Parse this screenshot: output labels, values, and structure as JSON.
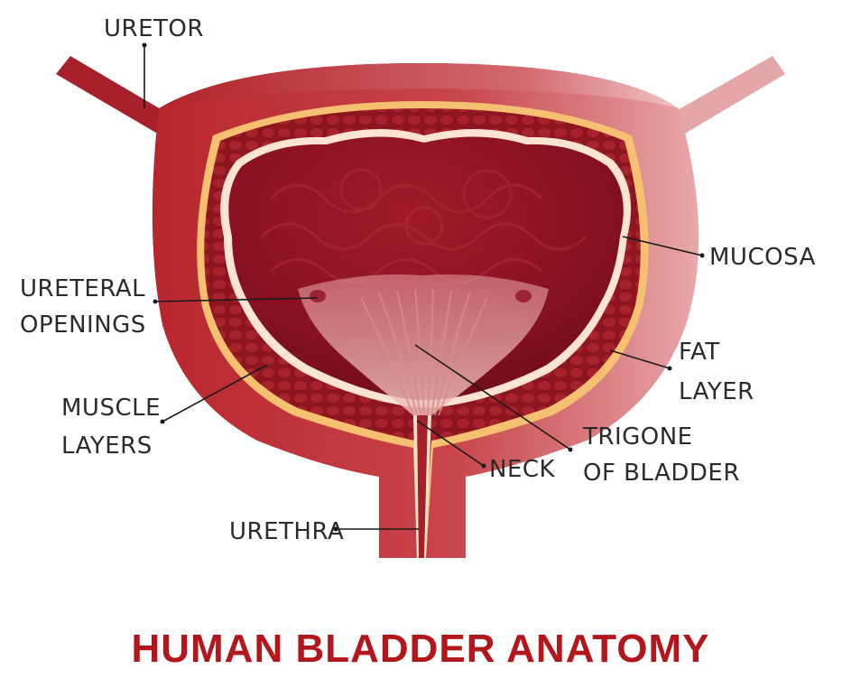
{
  "diagram": {
    "title": "HUMAN BLADDER ANATOMY",
    "labels": {
      "uretor": "URETOR",
      "mucosa": "MUCOSA",
      "ureteral_1": "URETERAL",
      "ureteral_2": "OPENINGS",
      "fat_1": "FAT",
      "fat_2": "LAYER",
      "muscle_1": "MUSCLE",
      "muscle_2": "LAYERS",
      "trigone_1": "TRIGONE",
      "trigone_2": "OF BLADDER",
      "neck": "NECK",
      "urethra": "URETHRA"
    }
  },
  "colors": {
    "outer_wall": "#c2353b",
    "outer_highlight": "#e9a4a6",
    "muscle": "#9e1a22",
    "fat": "#f7c77a",
    "mucosa_line": "#ffe6d6",
    "lumen": "#8f1420",
    "title": "#b3161b"
  }
}
